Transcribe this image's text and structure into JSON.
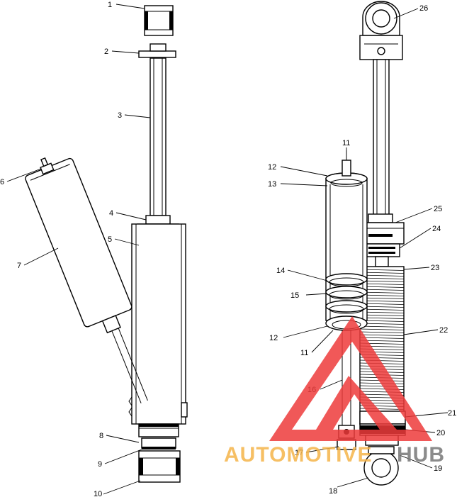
{
  "labels": [
    {
      "id": "1",
      "text": "1"
    },
    {
      "id": "2",
      "text": "2"
    },
    {
      "id": "3",
      "text": "3"
    },
    {
      "id": "4",
      "text": "4"
    },
    {
      "id": "5",
      "text": "5"
    },
    {
      "id": "6",
      "text": "6"
    },
    {
      "id": "7",
      "text": "7"
    },
    {
      "id": "8",
      "text": "8"
    },
    {
      "id": "9",
      "text": "9"
    },
    {
      "id": "10",
      "text": "10"
    },
    {
      "id": "11a",
      "text": "11"
    },
    {
      "id": "11b",
      "text": "11"
    },
    {
      "id": "12a",
      "text": "12"
    },
    {
      "id": "12b",
      "text": "12"
    },
    {
      "id": "13",
      "text": "13"
    },
    {
      "id": "14",
      "text": "14"
    },
    {
      "id": "15",
      "text": "15"
    },
    {
      "id": "16",
      "text": "16"
    },
    {
      "id": "17",
      "text": "17"
    },
    {
      "id": "18",
      "text": "18"
    },
    {
      "id": "19",
      "text": "19"
    },
    {
      "id": "20",
      "text": "20"
    },
    {
      "id": "21",
      "text": "21"
    },
    {
      "id": "22",
      "text": "22"
    },
    {
      "id": "23",
      "text": "23"
    },
    {
      "id": "24",
      "text": "24"
    },
    {
      "id": "25",
      "text": "25"
    },
    {
      "id": "26",
      "text": "26"
    }
  ],
  "watermark": {
    "text_a": "AUTOMOTIVE",
    "text_b": "HUB",
    "color_a": "#f5b54a",
    "color_b": "#777777",
    "logo_color": "#ee3b3b"
  }
}
